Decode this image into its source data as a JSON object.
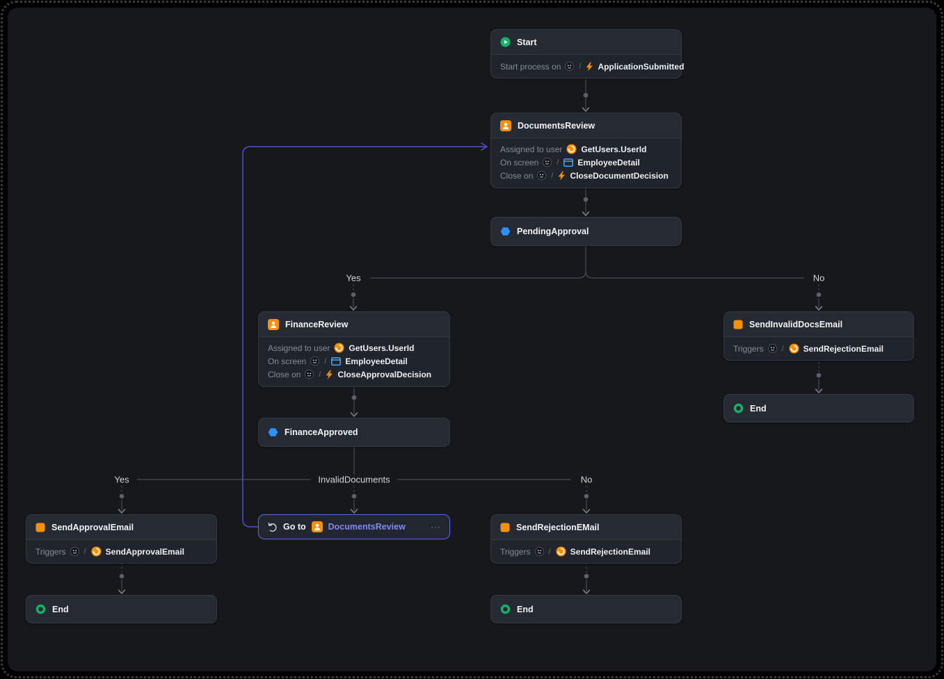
{
  "ui": {
    "slash": "/"
  },
  "colors": {
    "canvas_bg": "#16181c",
    "node_bg": "#20242b",
    "node_header_bg": "#262b33",
    "accent_green": "#17b26a",
    "accent_orange": "#f79009",
    "accent_blue": "#2e90fa",
    "screen_blue": "#53b1fd",
    "goto_accent": "#5a60d6",
    "goto_text": "#8289f0",
    "edge_gray": "#474c55",
    "blue_edge": "#4d53cf"
  },
  "icons": {
    "start": "play-circle-icon",
    "end": "ring-icon",
    "human_activity": "user-badge-icon",
    "wait": "hexagon-icon",
    "automatic_activity": "orange-square-icon",
    "server_action": "circular-arrow-orange-icon",
    "app": "app-logo-icon",
    "screen": "screen-window-icon",
    "event": "bolt-icon",
    "goto": "rotate-arrow-icon",
    "menu": "ellipsis-icon"
  },
  "nodes": {
    "start": {
      "title": "Start",
      "processLabel": "Start process on",
      "event": "ApplicationSubmitted"
    },
    "documentsReview": {
      "title": "DocumentsReview",
      "assignedLabel": "Assigned to user",
      "assignedValue": "GetUsers.UserId",
      "screenLabel": "On screen",
      "screenValue": "EmployeeDetail",
      "closeLabel": "Close on",
      "closeValue": "CloseDocumentDecision"
    },
    "pendingApproval": {
      "title": "PendingApproval"
    },
    "financeReview": {
      "title": "FinanceReview",
      "assignedLabel": "Assigned to user",
      "assignedValue": "GetUsers.UserId",
      "screenLabel": "On screen",
      "screenValue": "EmployeeDetail",
      "closeLabel": "Close on",
      "closeValue": "CloseApprovalDecision"
    },
    "financeApproved": {
      "title": "FinanceApproved"
    },
    "sendInvalidDocsEmail": {
      "title": "SendInvalidDocsEmail",
      "triggersLabel": "Triggers",
      "triggersValue": "SendRejectionEmail"
    },
    "sendApprovalEmail": {
      "title": "SendApprovalEmail",
      "triggersLabel": "Triggers",
      "triggersValue": "SendApprovalEmail"
    },
    "sendRejectionEMail": {
      "title": "SendRejectionEMail",
      "triggersLabel": "Triggers",
      "triggersValue": "SendRejectionEmail"
    },
    "goto": {
      "prefix": "Go to",
      "target": "DocumentsReview",
      "menu": "⋯"
    },
    "endRight": {
      "title": "End"
    },
    "endLeft": {
      "title": "End"
    },
    "endBottom": {
      "title": "End"
    }
  },
  "branches": {
    "decision1": {
      "yes": "Yes",
      "no": "No"
    },
    "decision2": {
      "yes": "Yes",
      "mid": "InvalidDocuments",
      "no": "No"
    }
  }
}
